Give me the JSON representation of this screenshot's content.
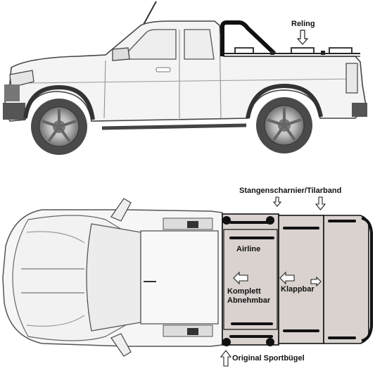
{
  "labels": {
    "reling": "Reling",
    "stangenscharnier": "Stangenscharnier/Tilarband",
    "airline": "Airline",
    "komplett_line1": "Komplett",
    "komplett_line2": "Abnehmbar",
    "klappbar": "Klappbar",
    "original_sportbuegel": "Original Sportbügel"
  },
  "colors": {
    "cover_fill": "#d9d2cf",
    "outline": "#111111",
    "body_line": "#555555",
    "light_line": "#9a9a9a"
  }
}
